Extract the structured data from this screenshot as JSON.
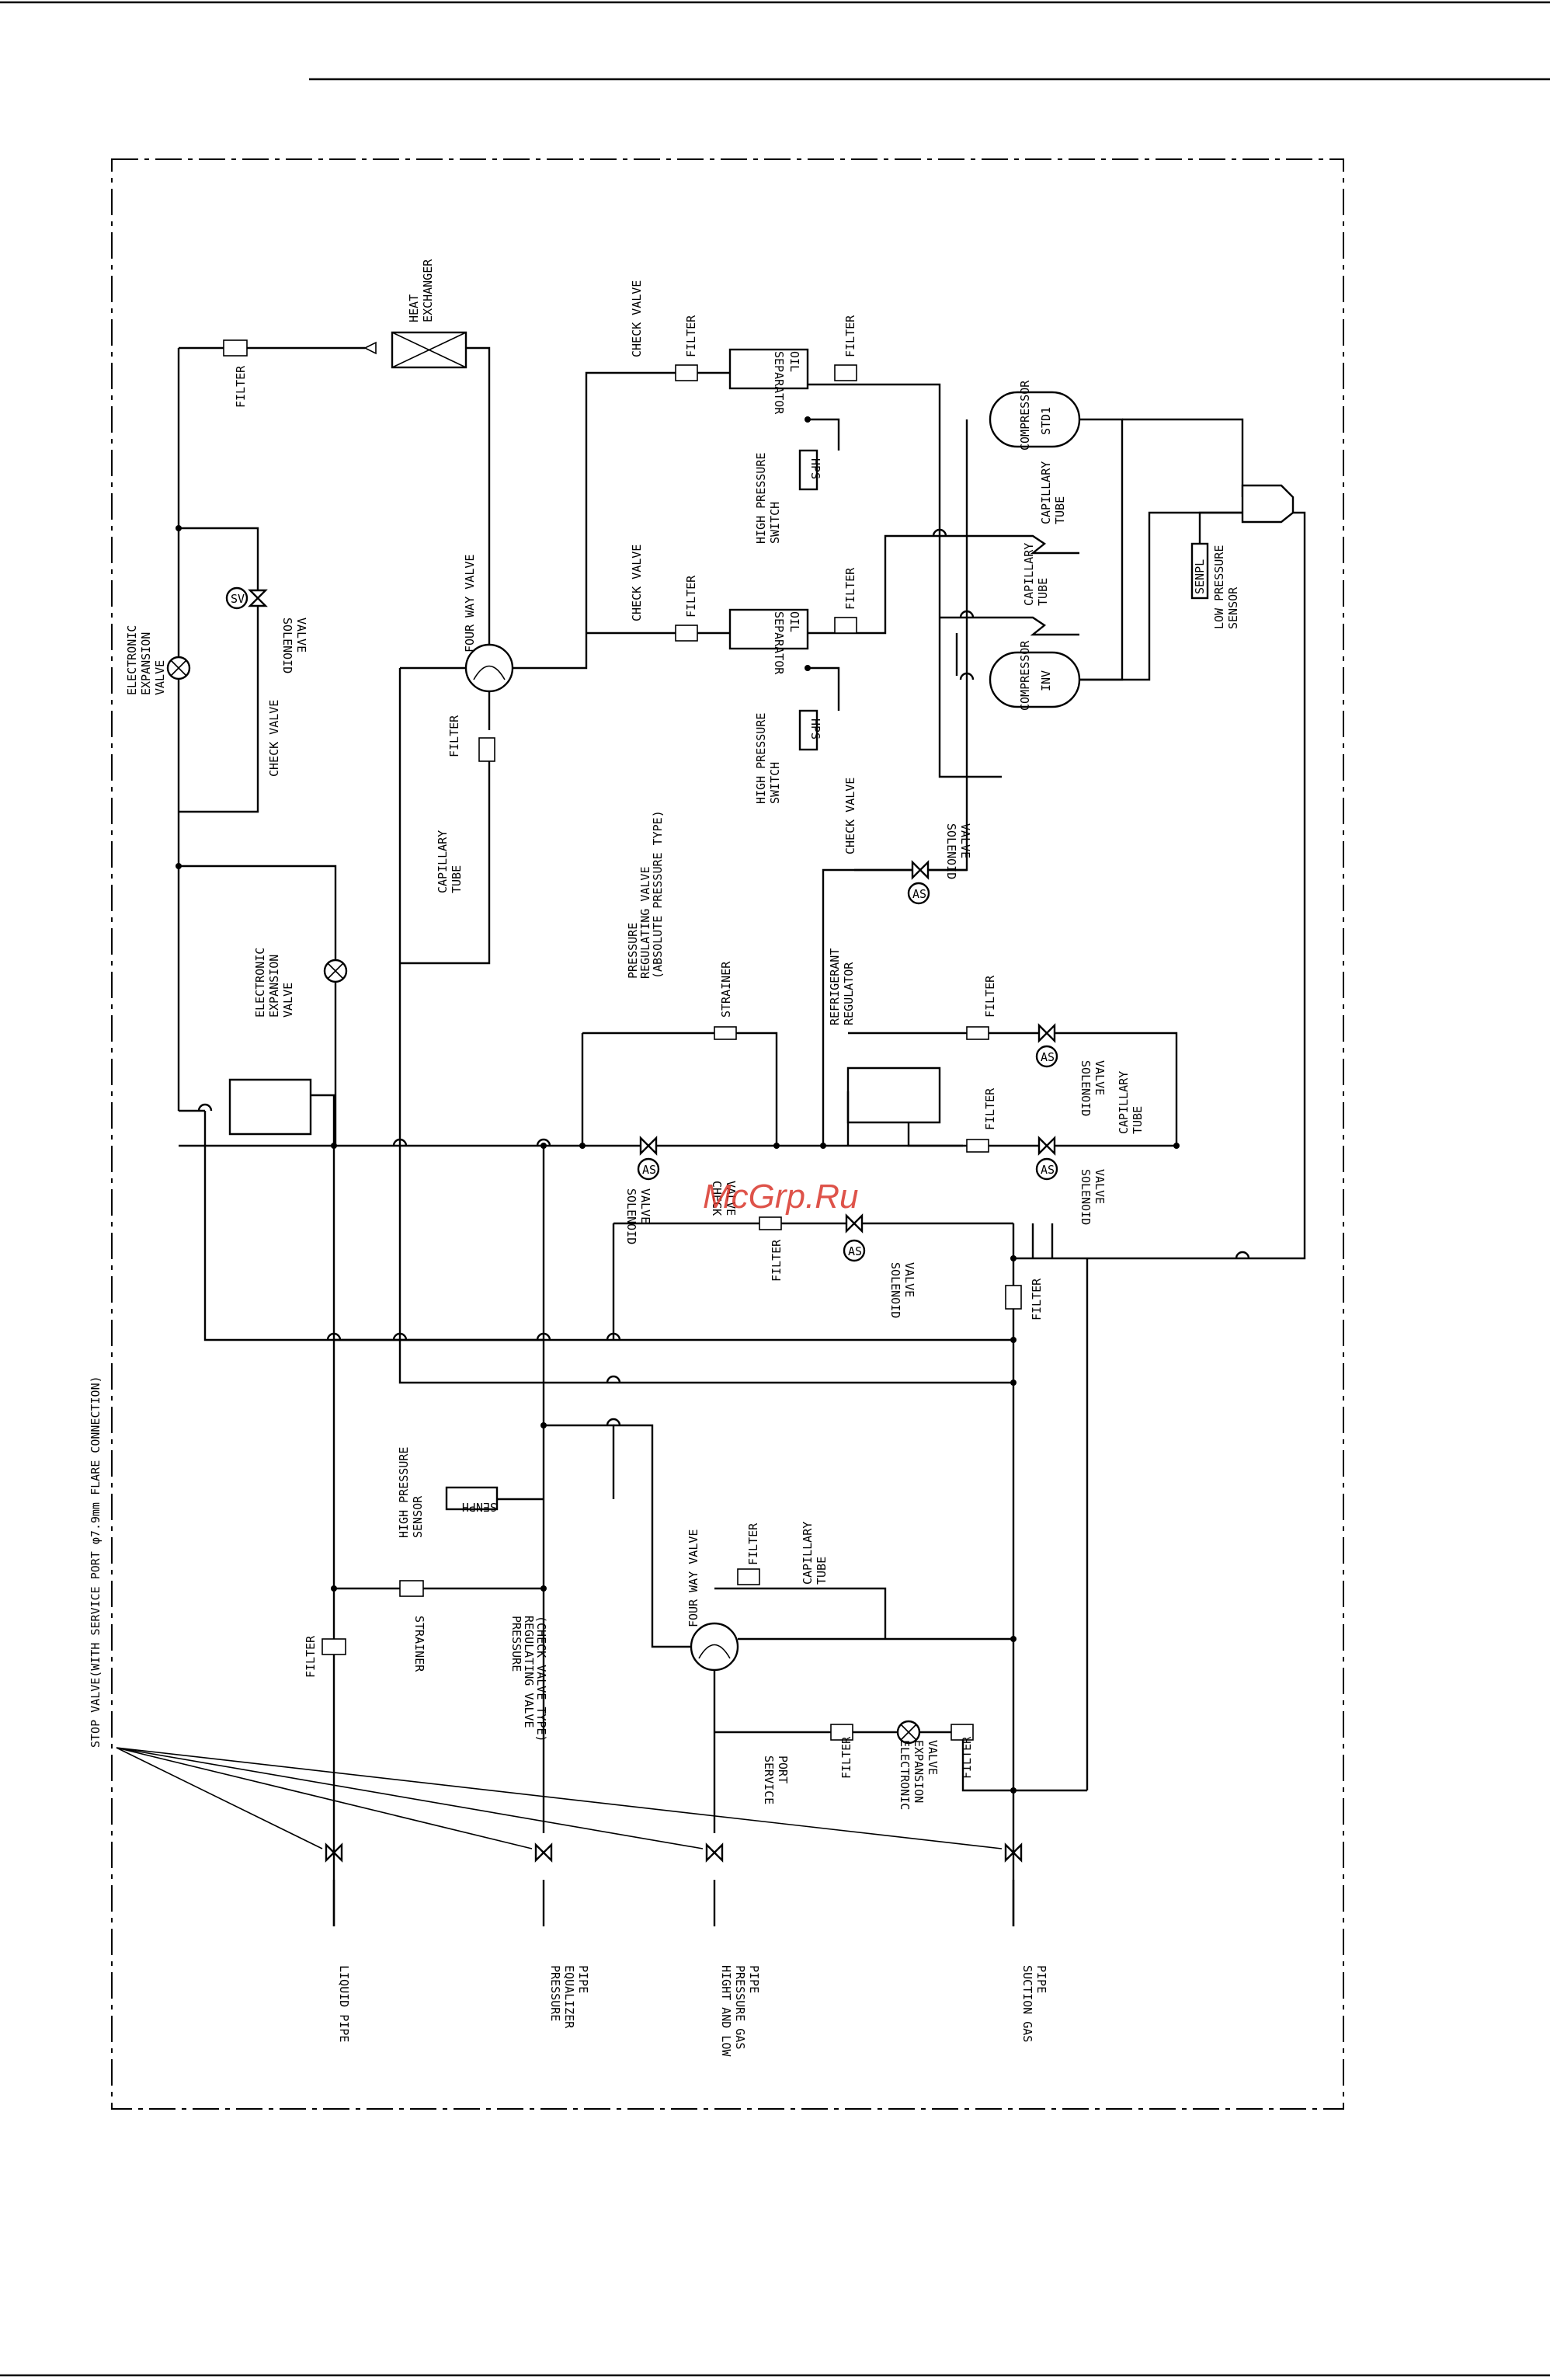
{
  "watermark": "McGrp.Ru",
  "colors": {
    "line": "#000000",
    "background": "#ffffff",
    "watermark": "#d9362b"
  },
  "labels": {
    "stop_valve": "STOP VALVE(WITH SERVICE PORT φ7.9mm FLARE CONNECTION)",
    "liquid_pipe": [
      "LIQUID PIPE"
    ],
    "pressure_equalizer_pipe": [
      "PRESSURE",
      "EQUALIZER",
      "PIPE"
    ],
    "high_low_gas_pipe": [
      "HIGHT AND LOW",
      "PRESSURE GAS",
      "PIPE"
    ],
    "suction_gas_pipe": [
      "SUCTION GAS",
      "PIPE"
    ],
    "heat_exchanger": [
      "HEAT",
      "EXCHANGER"
    ],
    "four_way_valve_top": "FOUR WAY VALVE",
    "four_way_valve_bottom": "FOUR WAY VALVE",
    "capillary_tube": [
      "CAPILLARY",
      "TUBE"
    ],
    "filter": "FILTER",
    "check_valve": "CHECK VALVE",
    "check_valve_split": [
      "CHECK",
      "VALVE"
    ],
    "solenoid_valve": [
      "SOLENOID",
      "VALVE"
    ],
    "electronic_expansion_valve": [
      "ELECTRONIC",
      "EXPANSION",
      "VALVE"
    ],
    "oil_separator": [
      "OIL",
      "SEPARATOR"
    ],
    "high_pressure_switch": [
      "HIGH PRESSURE",
      "SWITCH"
    ],
    "hps": "HPS",
    "compressor": "COMPRESSOR",
    "std1": "STD1",
    "inv": "INV",
    "low_pressure_sensor": [
      "LOW PRESSURE",
      "SENSOR"
    ],
    "senpl": "SENPL",
    "high_pressure_sensor": [
      "HIGH PRESSURE",
      "SENSOR"
    ],
    "senph": "SENPH",
    "strainer": "STRAINER",
    "prv_absolute": [
      "PRESSURE",
      "REGULATING VALVE",
      "(ABSOLUTE PRESSURE TYPE)"
    ],
    "prv_check": [
      "PRESSURE",
      "REGULATING VALVE",
      "(CHECK VALVE TYPE)"
    ],
    "refrigerant_regulator": [
      "REFRIGERANT",
      "REGULATOR"
    ],
    "service_port": [
      "SERVICE",
      "PORT"
    ],
    "sv": "SV",
    "as": "AS"
  }
}
